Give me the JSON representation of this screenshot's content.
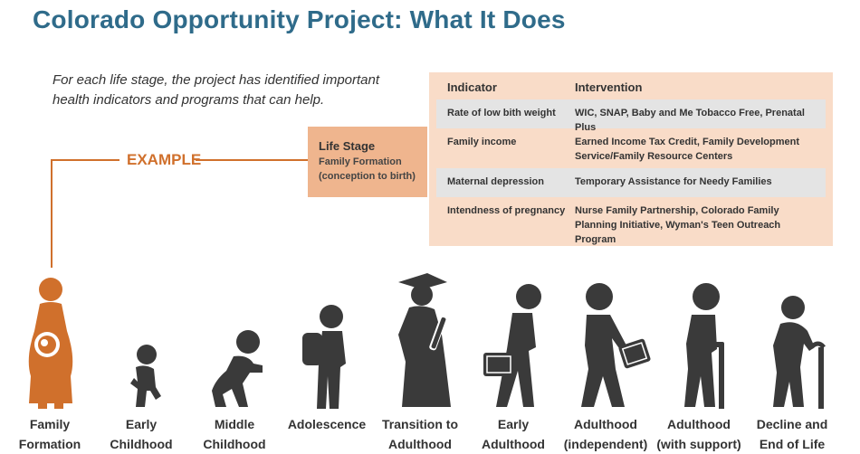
{
  "title": "Colorado Opportunity Project: What It Does",
  "intro": "For each life stage, the project has identified important health indicators and programs that can help.",
  "example_label": "EXAMPLE",
  "stage_box": {
    "heading": "Life Stage",
    "subtitle_line1": "Family Formation",
    "subtitle_line2": "(conception to birth)"
  },
  "table": {
    "col_indicator": "Indicator",
    "col_intervention": "Intervention",
    "rows": [
      {
        "indicator": "Rate of low bith weight",
        "intervention": "WIC, SNAP, Baby and Me Tobacco Free, Prenatal Plus"
      },
      {
        "indicator": "Family income",
        "intervention": "Earned Income Tax Credit, Family Development Service/Family Resource Centers"
      },
      {
        "indicator": "Maternal depression",
        "intervention": "Temporary Assistance for Needy Families"
      },
      {
        "indicator": "Intendness of pregnancy",
        "intervention": "Nurse Family Partnership, Colorado Family Planning Initiative, Wyman's Teen Outreach Program"
      }
    ]
  },
  "stages": [
    {
      "line1": "Family",
      "line2": "Formation"
    },
    {
      "line1": "Early",
      "line2": "Childhood"
    },
    {
      "line1": "Middle",
      "line2": "Childhood"
    },
    {
      "line1": "Adolescence",
      "line2": ""
    },
    {
      "line1": "Transition to",
      "line2": "Adulthood"
    },
    {
      "line1": "Early",
      "line2": "Adulthood"
    },
    {
      "line1": "Adulthood",
      "line2": "(independent)"
    },
    {
      "line1": "Adulthood",
      "line2": "(with support)"
    },
    {
      "line1": "Decline and",
      "line2": "End of Life"
    }
  ],
  "colors": {
    "accent": "#d0702c",
    "title": "#2f6b8a",
    "figure": "#3a3a3a",
    "table_bg": "#f9dcc8",
    "stage_box_bg": "#efb58e",
    "row_shade": "#e4e4e4"
  }
}
